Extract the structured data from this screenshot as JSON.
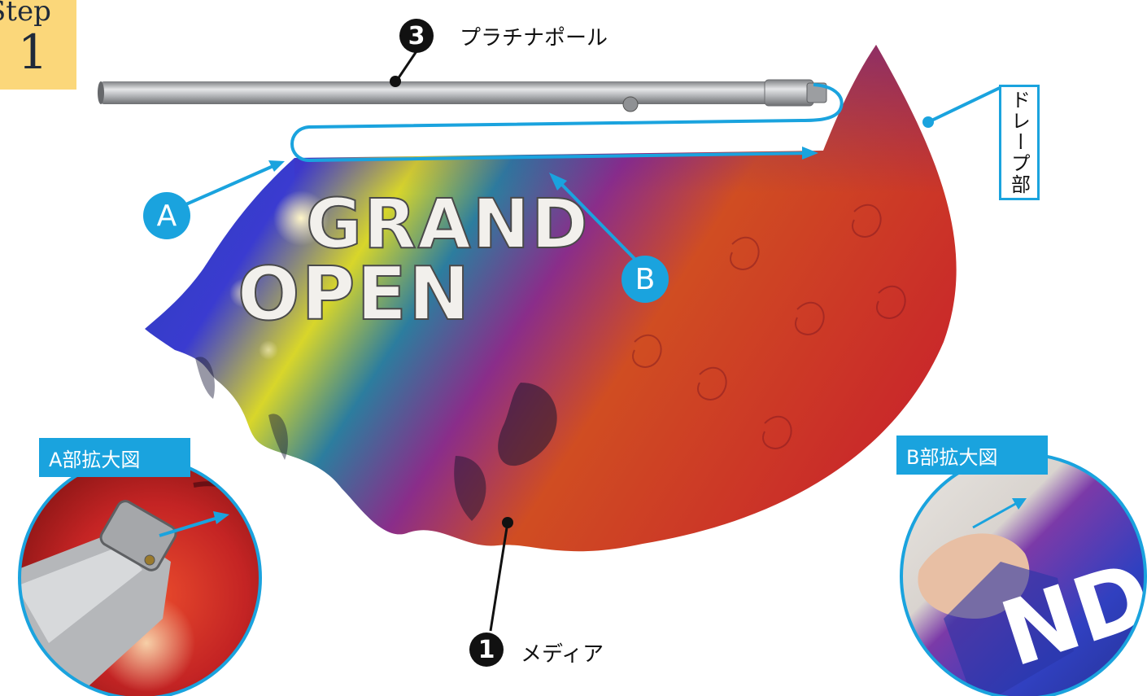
{
  "step": {
    "word": "Step",
    "number": "1"
  },
  "parts": {
    "pole": {
      "number": "3",
      "label": "プラチナポール"
    },
    "media": {
      "number": "1",
      "label": "メディア"
    }
  },
  "callouts": {
    "a": "A",
    "b": "B"
  },
  "drape_label": "ドレープ部",
  "flag": {
    "line1": "GRAND",
    "line2": "OPEN"
  },
  "zoom": {
    "a_label": "A部拡大図",
    "b_label": "B部拡大図",
    "b_photo_text": "ND"
  },
  "colors": {
    "accent": "#1aa3de",
    "badge": "#fbd77a",
    "flag_red": "#c9282a",
    "flag_blue": "#2b3fb8",
    "flag_yellow": "#d8d62a"
  }
}
